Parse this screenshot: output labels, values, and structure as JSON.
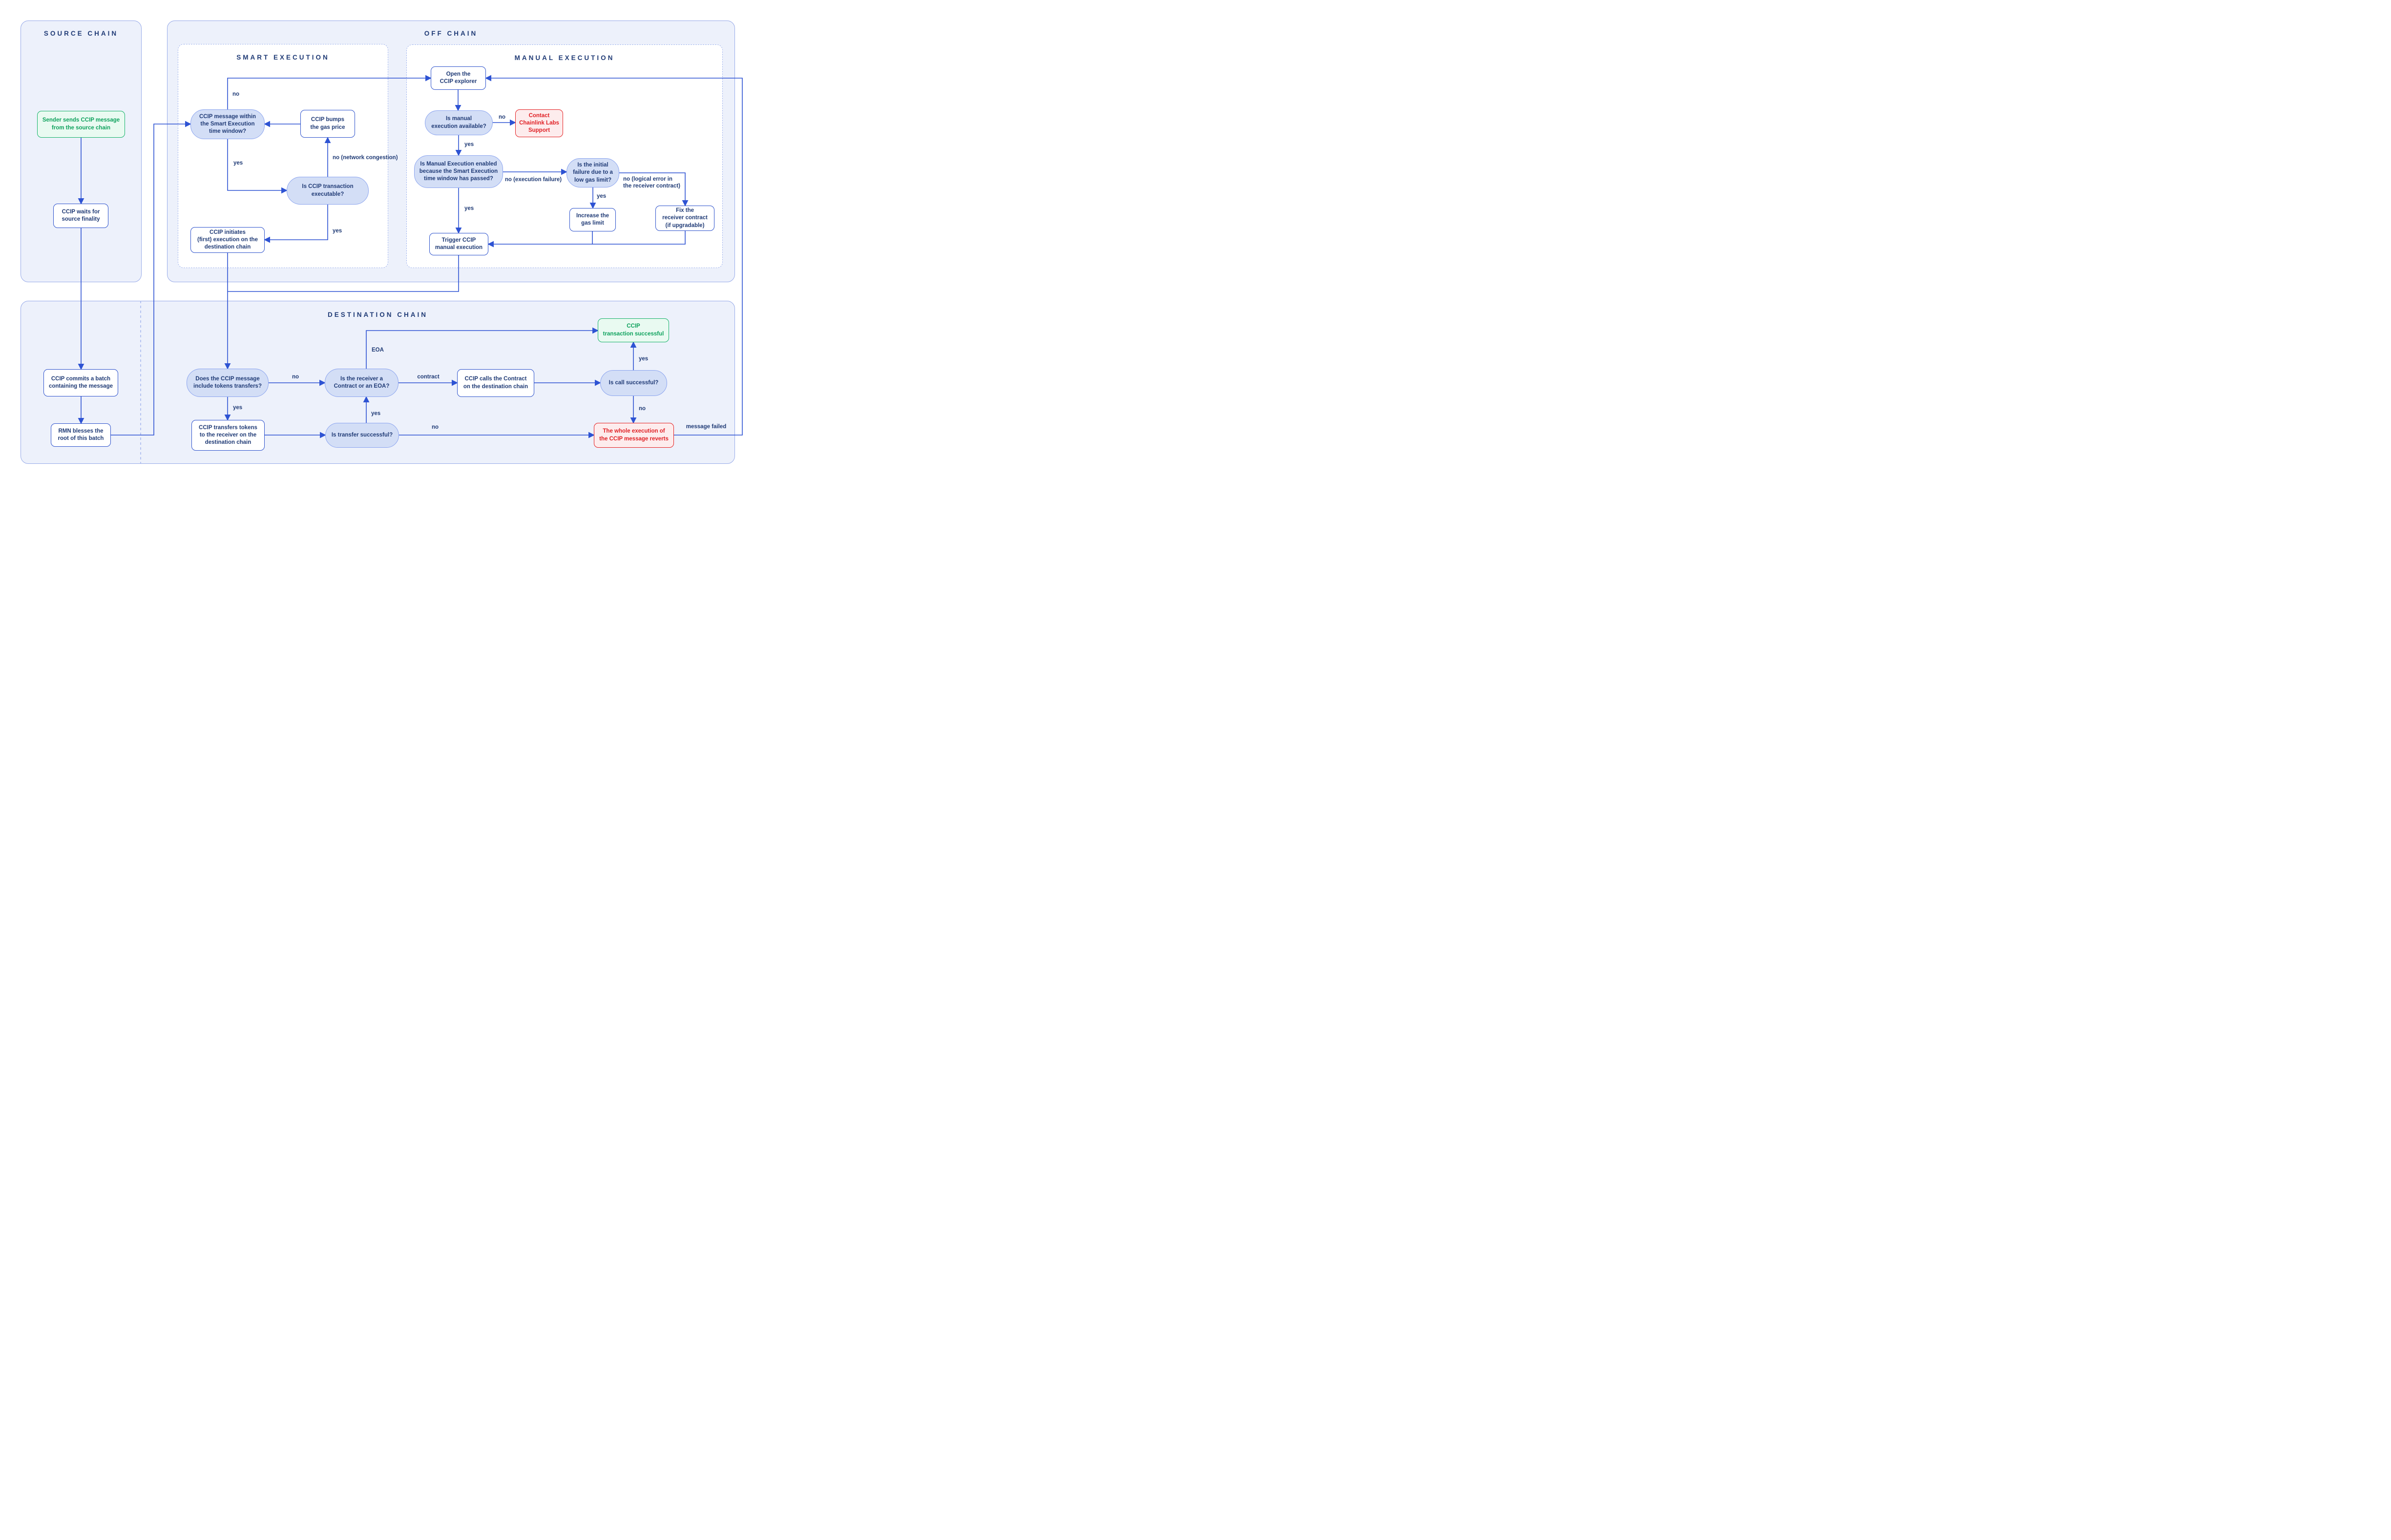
{
  "panels": {
    "source_chain": {
      "title": "SOURCE CHAIN"
    },
    "off_chain": {
      "title": "OFF CHAIN"
    },
    "smart_execution": {
      "title": "SMART EXECUTION"
    },
    "manual_execution": {
      "title": "MANUAL EXECUTION"
    },
    "destination_chain": {
      "title": "DESTINATION CHAIN"
    }
  },
  "nodes": {
    "sender_sends": {
      "label": "Sender sends CCIP message\nfrom the source chain",
      "kind": "success"
    },
    "waits_finality": {
      "label": "CCIP waits for\nsource finality",
      "kind": "process"
    },
    "ccip_commits": {
      "label": "CCIP commits a batch\ncontaining the message",
      "kind": "process"
    },
    "rmn_blesses": {
      "label": "RMN blesses the\nroot of this batch",
      "kind": "process"
    },
    "msg_within_window": {
      "label": "CCIP message within\nthe Smart Execution\ntime window?",
      "kind": "decision"
    },
    "bumps_gas": {
      "label": "CCIP bumps\nthe gas price",
      "kind": "process"
    },
    "tx_executable": {
      "label": "Is CCIP transaction\nexecutable?",
      "kind": "decision"
    },
    "initiates_execution": {
      "label": "CCIP initiates\n(first) execution on the\ndestination chain",
      "kind": "process"
    },
    "open_explorer": {
      "label": "Open the\nCCIP explorer",
      "kind": "process"
    },
    "manual_available": {
      "label": "Is manual\nexecution available?",
      "kind": "decision"
    },
    "contact_support": {
      "label": "Contact\nChainlink Labs\nSupport",
      "kind": "danger"
    },
    "manual_enabled": {
      "label": "Is Manual Execution enabled\nbecause the Smart Execution\ntime window has passed?",
      "kind": "decision"
    },
    "initial_failure_low_gas": {
      "label": "Is the initial\nfailure due to a\nlow gas limit?",
      "kind": "decision"
    },
    "increase_gas_limit": {
      "label": "Increase the\ngas limit",
      "kind": "process"
    },
    "fix_receiver_contract": {
      "label": "Fix the\nreceiver contract\n(if upgradable)",
      "kind": "process"
    },
    "trigger_manual_execution": {
      "label": "Trigger CCIP\nmanual execution",
      "kind": "process"
    },
    "does_include_tokens": {
      "label": "Does the CCIP message\ninclude tokens transfers?",
      "kind": "decision"
    },
    "transfers_tokens": {
      "label": "CCIP transfers tokens\nto the receiver on the\ndestination chain",
      "kind": "process"
    },
    "receiver_contract_or_eoa": {
      "label": "Is the receiver a\nContract or an EOA?",
      "kind": "decision"
    },
    "transfer_successful": {
      "label": "Is transfer successful?",
      "kind": "decision"
    },
    "calls_contract": {
      "label": "CCIP calls the Contract\non the destination chain",
      "kind": "process"
    },
    "call_successful": {
      "label": "Is call successful?",
      "kind": "decision"
    },
    "tx_successful": {
      "label": "CCIP\ntransaction successful",
      "kind": "success"
    },
    "whole_execution_reverts": {
      "label": "The whole execution of\nthe CCIP message reverts",
      "kind": "danger"
    }
  },
  "edge_labels": {
    "no_within_window": "no",
    "yes_within_window": "yes",
    "no_network_congestion": "no (network congestion)",
    "yes_executable": "yes",
    "no_manual_available": "no",
    "yes_manual_available": "yes",
    "no_execution_failure": "no (execution failure)",
    "yes_manual_enabled": "yes",
    "yes_low_gas": "yes",
    "no_logical_error": "no (logical error in\nthe receiver contract)",
    "no_tokens": "no",
    "yes_tokens": "yes",
    "eoa": "EOA",
    "contract": "contract",
    "yes_transfer": "yes",
    "no_transfer": "no",
    "yes_call": "yes",
    "no_call": "no",
    "message_failed": "message failed"
  },
  "colors": {
    "edge": "#2e53d3",
    "navy": "#203b76",
    "panel_bg": "#edf1fb",
    "panel_border": "#97aae9",
    "dashed_border": "#a3b6ee",
    "node_border": "#2d52cc",
    "pill_bg": "#d3def6",
    "pill_border": "#8ba4ef",
    "success_border": "#16b269",
    "success_text": "#0ea25d",
    "success_bg": "#e9faf1",
    "danger_border": "#e42022",
    "danger_text": "#e01f24",
    "danger_bg": "#fdeced"
  }
}
